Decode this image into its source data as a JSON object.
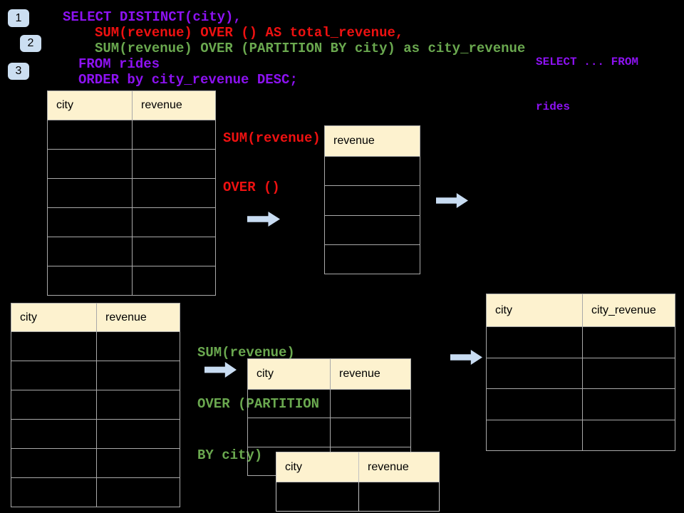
{
  "slide": {
    "background": "#000000"
  },
  "colors": {
    "purple": "#8D12F2",
    "red": "#EE1111",
    "green": "#6AA84F",
    "table_header_fill": "#FDF2CF",
    "table_border": "#A9A9A9",
    "arrow_fill": "#C8DCF2",
    "badge_fill": "#CBDEF1"
  },
  "step_badges": [
    {
      "label": "1"
    },
    {
      "label": "2"
    },
    {
      "label": "3"
    }
  ],
  "sql_code": {
    "lines": [
      {
        "text": "SELECT DISTINCT(city),",
        "color": "purple"
      },
      {
        "text": "SUM(revenue) OVER () AS total_revenue,",
        "color": "red"
      },
      {
        "text": "SUM(revenue) OVER (PARTITION BY city) as city_revenue",
        "color": "green"
      },
      {
        "text": "FROM rides",
        "color": "purple"
      },
      {
        "text": "ORDER by city_revenue DESC;",
        "color": "purple"
      }
    ]
  },
  "corner_code": {
    "line1": "SELECT ... FROM",
    "line2": "rides"
  },
  "annotations": {
    "total_over": {
      "line1": "SUM(revenue)",
      "line2": "OVER ()"
    },
    "partition_over": {
      "line1": "SUM(revenue)",
      "line2": "OVER (PARTITION",
      "line3": "BY city)"
    }
  },
  "tables": {
    "source_top": {
      "headers": [
        "city",
        "revenue"
      ],
      "body_rows": 6
    },
    "total_result": {
      "headers": [
        "revenue"
      ],
      "body_rows": 4
    },
    "source_bottom": {
      "headers": [
        "city",
        "revenue"
      ],
      "body_rows": 6
    },
    "partition_step": {
      "headers": [
        "city",
        "revenue"
      ],
      "body_rows": 3
    },
    "partition_overlay": {
      "headers": [
        "city",
        "revenue"
      ],
      "body_rows": 1
    },
    "city_result": {
      "headers": [
        "city",
        "city_revenue"
      ],
      "body_rows": 4
    }
  }
}
